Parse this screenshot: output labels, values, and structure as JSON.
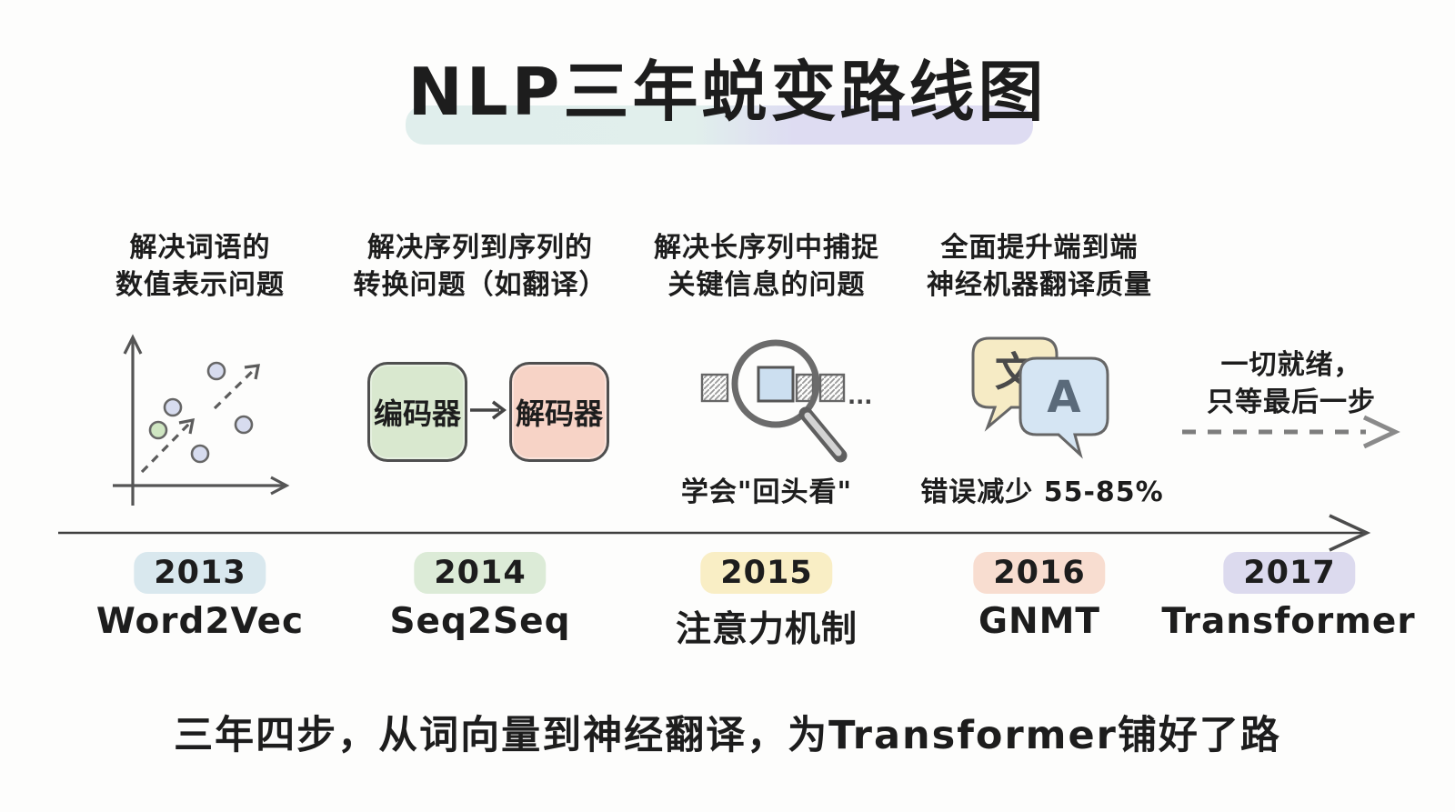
{
  "title": "NLP三年蜕变路线图",
  "milestones": [
    {
      "year": "2013",
      "name": "Word2Vec",
      "desc1": "解决词语的",
      "desc2": "数值表示问题",
      "badge_color": "#d9e8ee"
    },
    {
      "year": "2014",
      "name": "Seq2Seq",
      "desc1": "解决序列到序列的",
      "desc2": "转换问题（如翻译）",
      "encoder_label": "编码器",
      "decoder_label": "解码器",
      "badge_color": "#dcebd7"
    },
    {
      "year": "2015",
      "name": "注意力机制",
      "desc1": "解决长序列中捕捉",
      "desc2": "关键信息的问题",
      "caption": "学会\"回头看\"",
      "ellipsis": "...",
      "badge_color": "#f9eec5"
    },
    {
      "year": "2016",
      "name": "GNMT",
      "desc1": "全面提升端到端",
      "desc2": "神经机器翻译质量",
      "caption": "错误减少 55-85%",
      "bubble_left_char": "文",
      "bubble_right_char": "A",
      "badge_color": "#f8ddd0"
    },
    {
      "year": "2017",
      "name": "Transformer",
      "desc1": "一切就绪，",
      "desc2": "只等最后一步",
      "badge_color": "#dcdaee"
    }
  ],
  "footer": "三年四步，从词向量到神经翻译，为Transformer铺好了路",
  "colors": {
    "title_highlight_left": "#e0eeec",
    "title_highlight_right": "#dedcf2",
    "encoder_box": "#d9e8cf",
    "decoder_box": "#f7d3c6",
    "bubble_yellow": "#f6ebc5",
    "bubble_blue": "#d5e5f3",
    "magnifier_token_highlight": "#ccdff0",
    "scatter_dot": "#d7dcef",
    "scatter_dot_green": "#cfe6c2",
    "ink": "#1d1d1d",
    "sketch_gray": "#5c5c5c"
  }
}
